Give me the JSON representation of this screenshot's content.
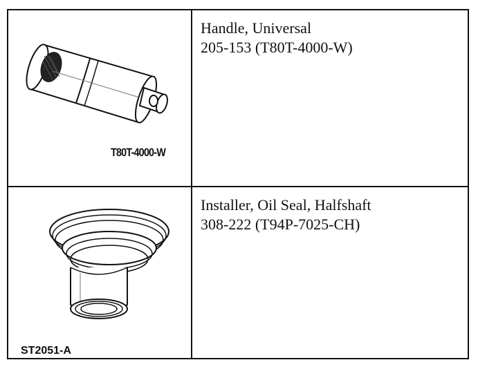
{
  "tools": [
    {
      "name": "Handle, Universal",
      "part_numbers": "205-153 (T80T-4000-W)",
      "figure_code": "T80T-4000-W"
    },
    {
      "name": "Installer, Oil Seal, Halfshaft",
      "part_numbers": "308-222 (T94P-7025-CH)",
      "figure_code": "ST2051-A"
    }
  ]
}
